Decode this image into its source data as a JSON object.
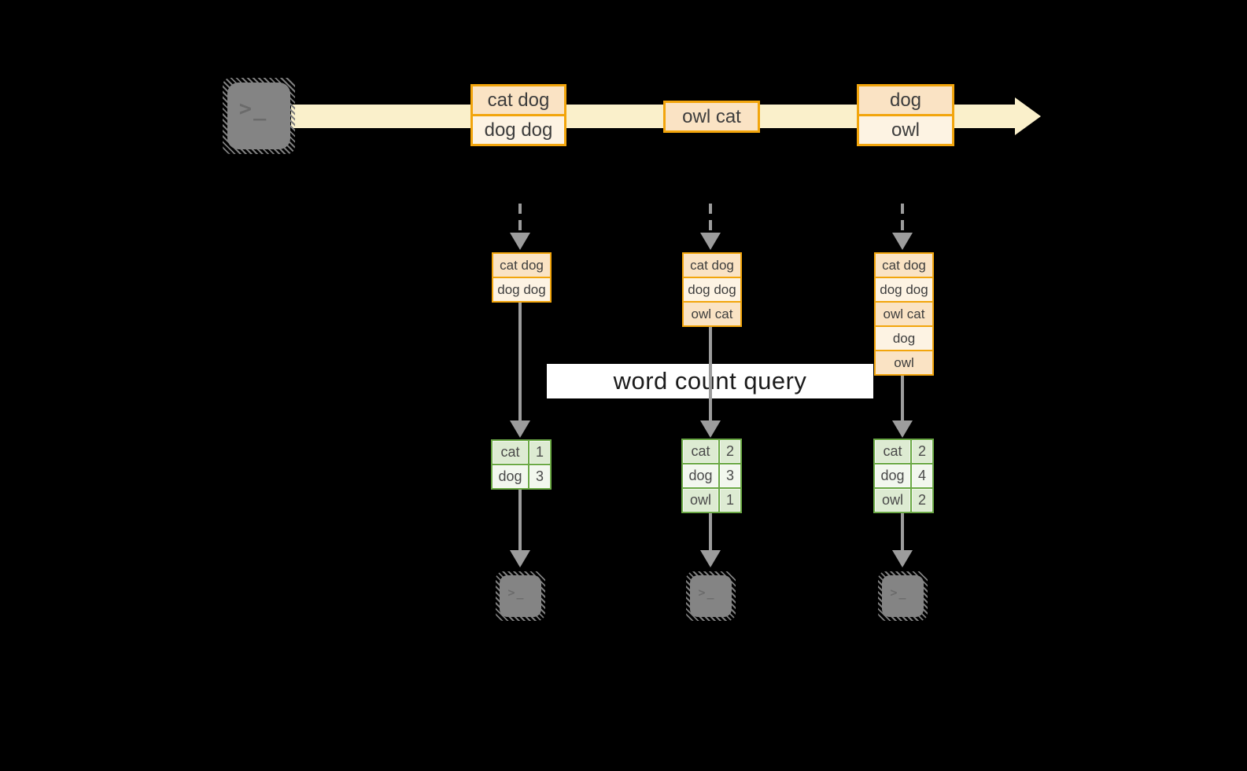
{
  "query_label": "word count query",
  "icons": {
    "terminal_prompt": ">_"
  },
  "colors": {
    "background": "#000000",
    "stream_band": "#FAF0CB",
    "batch_border": "#F2A50C",
    "batch_fill_dark": "#FAE3C4",
    "batch_fill_light": "#FDF3E3",
    "count_table_border": "#6BA945",
    "count_fill_dark": "#DDEBD2",
    "count_fill_light": "#F2F7EE",
    "arrow_gray": "#9C9C9C",
    "terminal_gray": "#848484",
    "query_bg": "#FFFFFF",
    "text": "#3D3D3D"
  },
  "columns": [
    {
      "batch": [
        "cat dog",
        "dog dog"
      ],
      "accumulated": [
        "cat dog",
        "dog dog"
      ],
      "counts": [
        [
          "cat",
          "1"
        ],
        [
          "dog",
          "3"
        ]
      ]
    },
    {
      "batch": [
        "owl cat"
      ],
      "accumulated": [
        "cat dog",
        "dog dog",
        "owl cat"
      ],
      "counts": [
        [
          "cat",
          "2"
        ],
        [
          "dog",
          "3"
        ],
        [
          "owl",
          "1"
        ]
      ]
    },
    {
      "batch": [
        "dog",
        "owl"
      ],
      "accumulated": [
        "cat dog",
        "dog dog",
        "owl cat",
        "dog",
        "owl"
      ],
      "counts": [
        [
          "cat",
          "2"
        ],
        [
          "dog",
          "4"
        ],
        [
          "owl",
          "2"
        ]
      ]
    }
  ]
}
